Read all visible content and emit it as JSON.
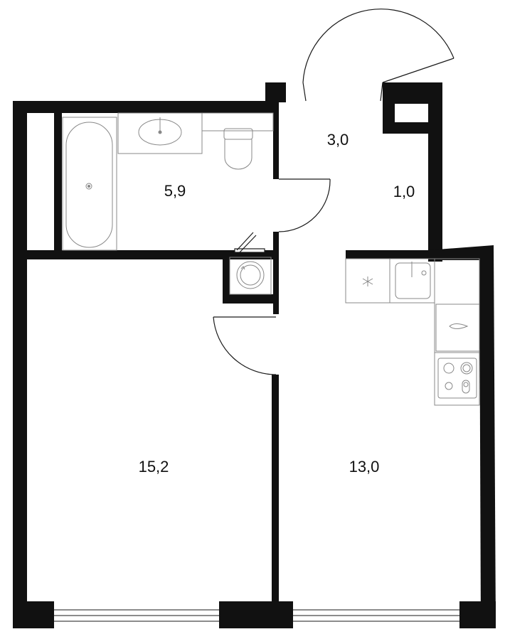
{
  "colors": {
    "wall": "#111111",
    "line": "#1a1a1a",
    "fixture_line": "#888888",
    "background": "#ffffff"
  },
  "rooms": {
    "bathroom": {
      "area": "5,9"
    },
    "hallway": {
      "area": "3,0"
    },
    "storage": {
      "area": "1,0"
    },
    "bedroom": {
      "area": "15,2"
    },
    "kitchen_living": {
      "area": "13,0"
    }
  },
  "icons": {
    "bathtub": "bathtub-icon",
    "sink": "sink-icon",
    "toilet": "toilet-icon",
    "washing_machine": "washing-machine-icon",
    "kitchen_sink": "kitchen-sink-icon",
    "stove": "stove-icon",
    "fridge": "refrigerator-icon",
    "vent": "vent-icon"
  }
}
